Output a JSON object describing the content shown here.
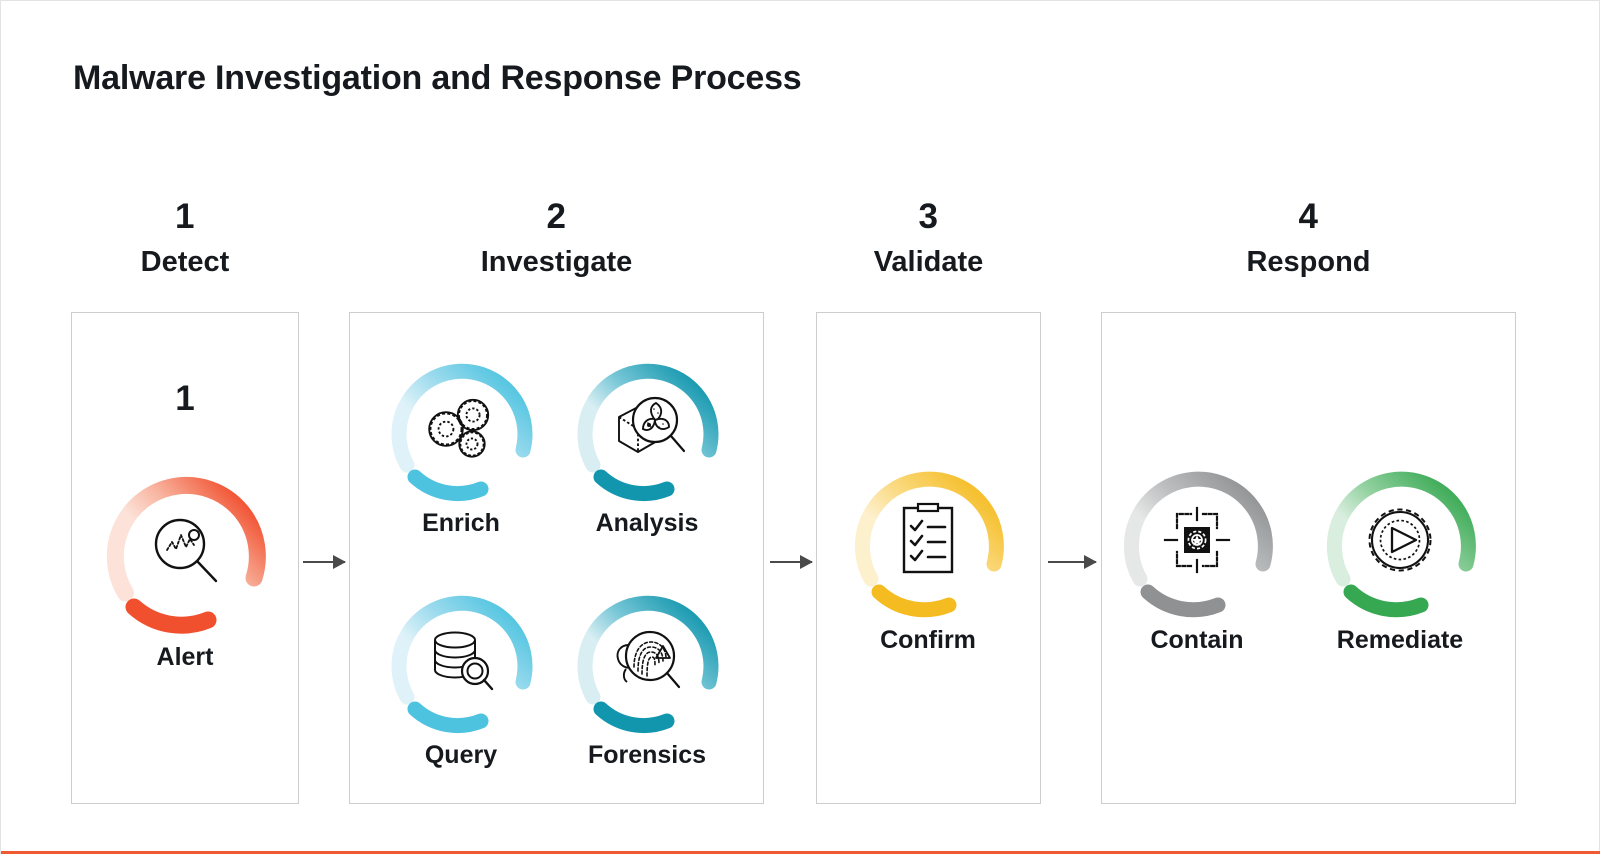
{
  "page": {
    "title": "Malware Investigation and Response Process",
    "accent_bottom_rule": "#f05a32",
    "background": "#ffffff",
    "card_border": "#cdcdcd",
    "arrow_color": "#4a4a4a"
  },
  "stages": [
    {
      "number": "1",
      "name": "Detect",
      "inner_number": "1",
      "nodes": [
        {
          "label": "Alert",
          "icon": "magnifier-waveform-icon",
          "ring_color": "#f1502f",
          "ring_color_light": "#fbd9cf"
        }
      ]
    },
    {
      "number": "2",
      "name": "Investigate",
      "inner_number": "",
      "nodes": [
        {
          "label": "Enrich",
          "icon": "gears-icon",
          "ring_color": "#4ec3e0",
          "ring_color_light": "#d3eef7"
        },
        {
          "label": "Analysis",
          "icon": "cube-magnifier-virus-icon",
          "ring_color": "#1296ad",
          "ring_color_light": "#cfe9ef"
        },
        {
          "label": "Query",
          "icon": "database-magnifier-icon",
          "ring_color": "#4ec3e0",
          "ring_color_light": "#d3eef7"
        },
        {
          "label": "Forensics",
          "icon": "fingerprint-magnifier-icon",
          "ring_color": "#1296ad",
          "ring_color_light": "#cfe9ef"
        }
      ]
    },
    {
      "number": "3",
      "name": "Validate",
      "inner_number": "",
      "nodes": [
        {
          "label": "Confirm",
          "icon": "clipboard-checklist-icon",
          "ring_color": "#f5bc22",
          "ring_color_light": "#fbe9bd"
        }
      ]
    },
    {
      "number": "4",
      "name": "Respond",
      "inner_number": "",
      "nodes": [
        {
          "label": "Contain",
          "icon": "containment-target-virus-icon",
          "ring_color": "#8f9192",
          "ring_color_light": "#dcdddd"
        },
        {
          "label": "Remediate",
          "icon": "gear-play-icon",
          "ring_color": "#36a851",
          "ring_color_light": "#cbe7d1"
        }
      ]
    }
  ]
}
